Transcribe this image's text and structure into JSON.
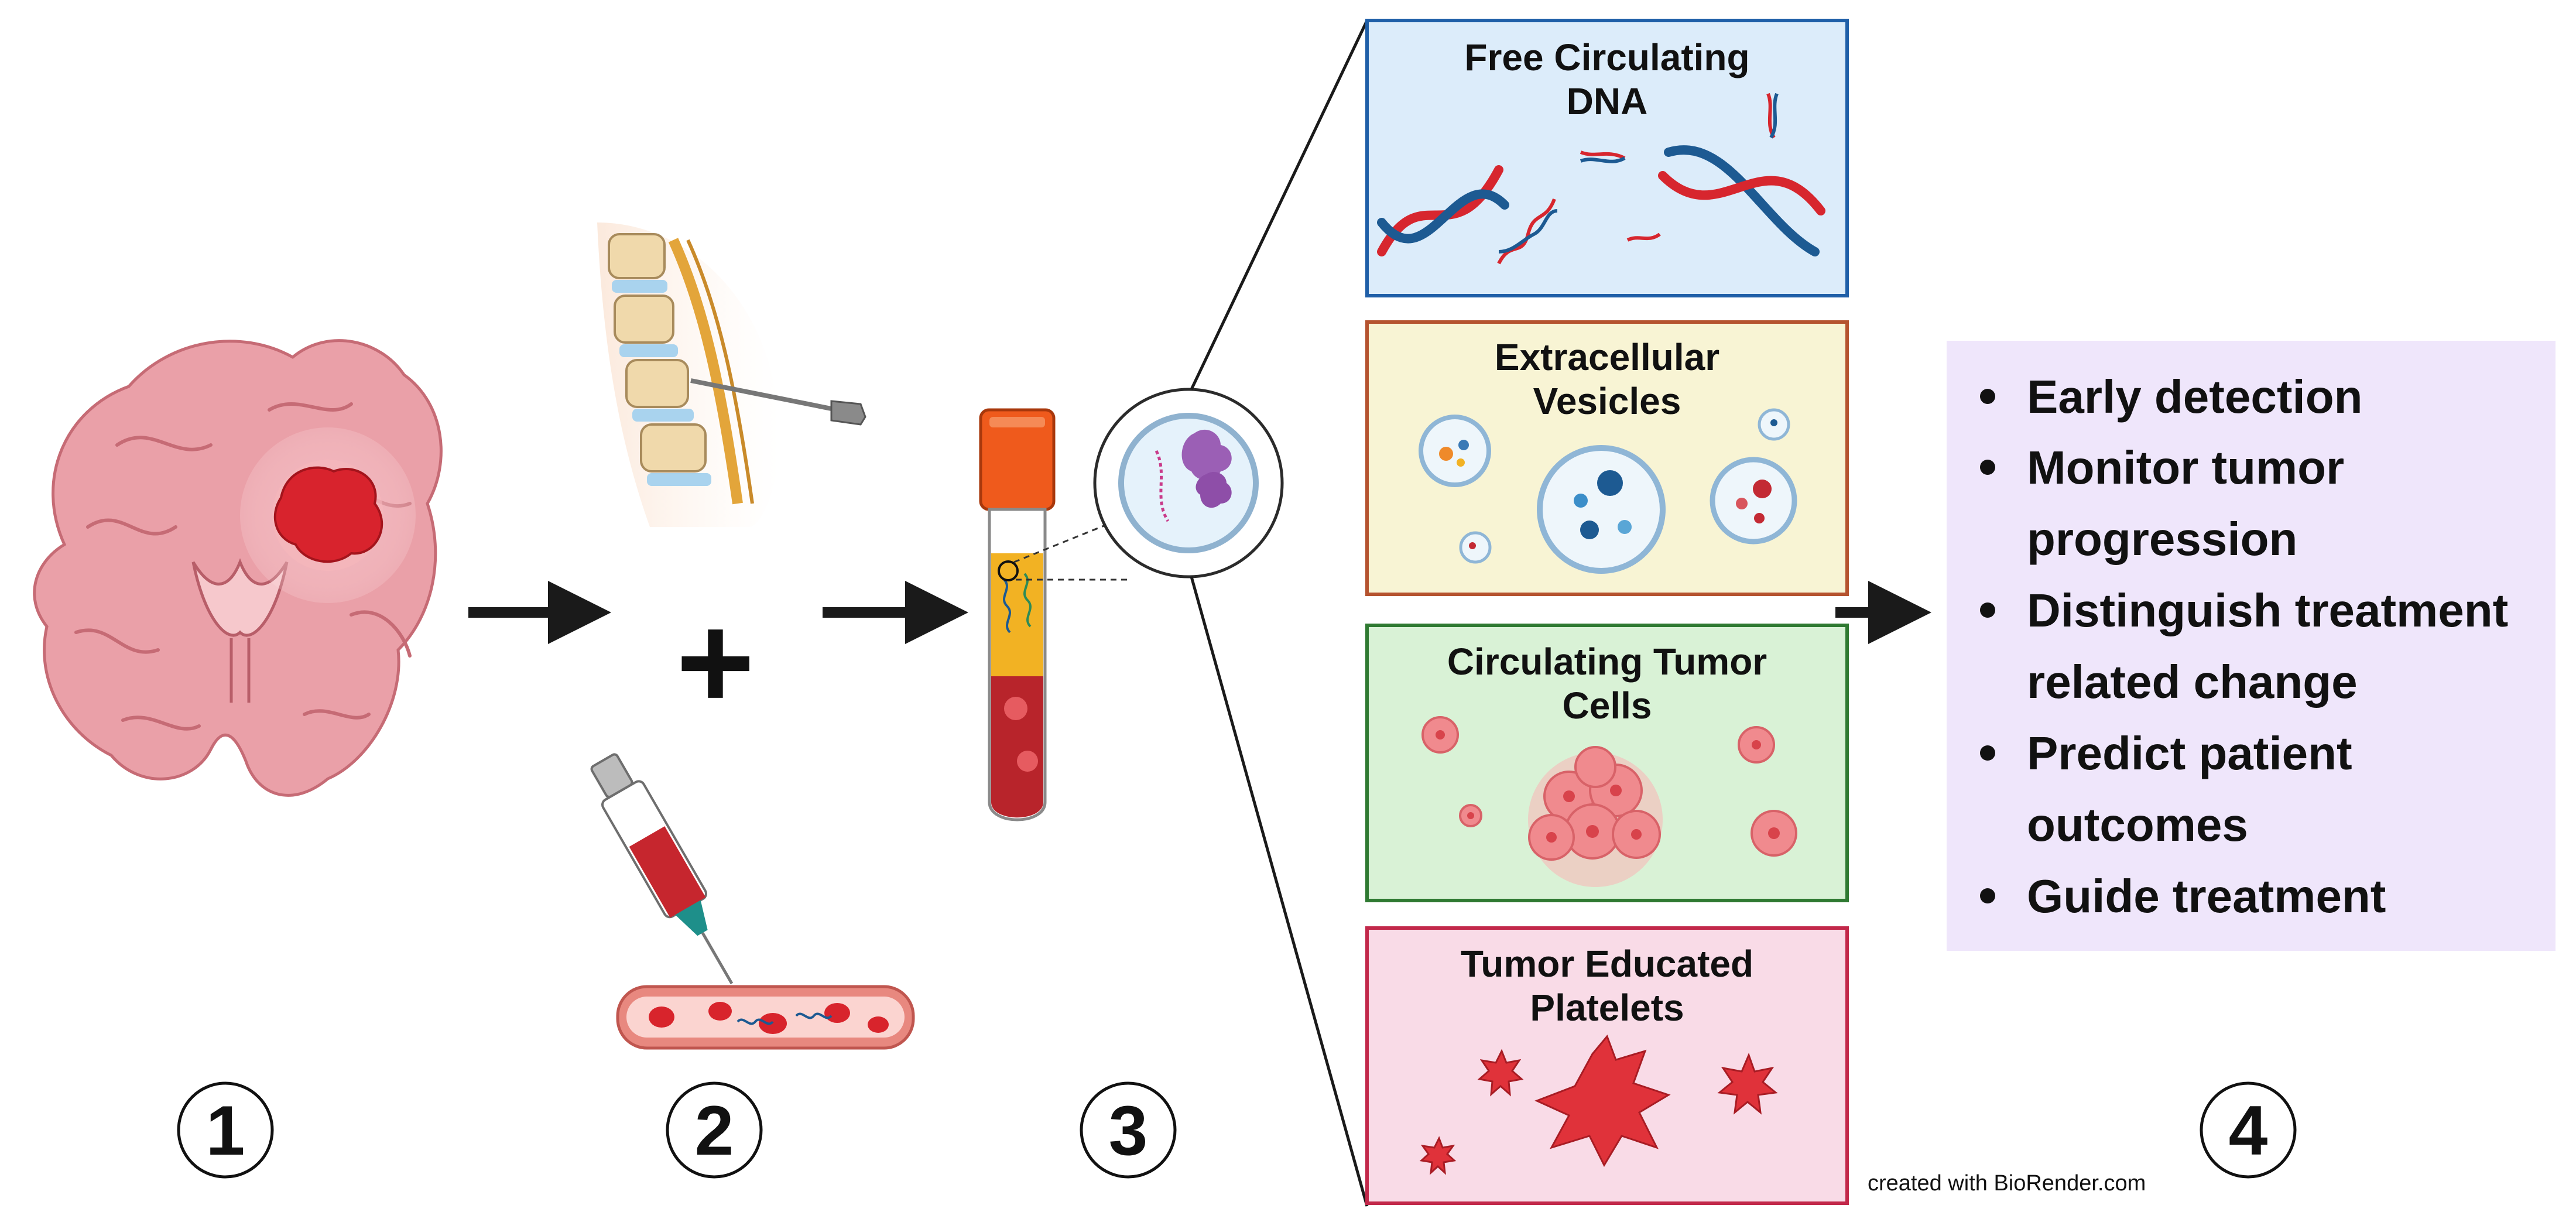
{
  "boxes": [
    {
      "title_lines": [
        "Free Circulating",
        "DNA"
      ],
      "fill": "#dcecfa",
      "stroke": "#1f5fa8"
    },
    {
      "title_lines": [
        "Extracellular",
        "Vesicles"
      ],
      "fill": "#f8f4d4",
      "stroke": "#b5532f"
    },
    {
      "title_lines": [
        "Circulating Tumor",
        "Cells"
      ],
      "fill": "#d9f2d6",
      "stroke": "#2f7a32"
    },
    {
      "title_lines": [
        "Tumor Educated",
        "Platelets"
      ],
      "fill": "#f9dbe7",
      "stroke": "#c2284a"
    }
  ],
  "outcomes": {
    "panel_fill": "#efe6fb",
    "items": [
      {
        "lines": [
          "Early detection"
        ]
      },
      {
        "lines": [
          "Monitor tumor",
          "progression"
        ]
      },
      {
        "lines": [
          "Distinguish treatment",
          "related change"
        ]
      },
      {
        "lines": [
          "Predict patient",
          "outcomes"
        ]
      },
      {
        "lines": [
          "Guide treatment"
        ]
      }
    ]
  },
  "steps": [
    "1",
    "2",
    "3",
    "4"
  ],
  "plus_sign": "+",
  "credit": "created with BioRender.com",
  "colors": {
    "dna_red": "#d7262e",
    "dna_blue": "#1d5a92",
    "tumor_red": "#e0323a",
    "brain_pink": "#eaa0a8",
    "cell_pink": "#f08a8e",
    "tube_cap": "#ef5a1c",
    "plasma": "#f2b223",
    "blood": "#b8242b",
    "arrow": "#1a1a1a"
  },
  "icons": [
    "brain-icon",
    "spine-needle-icon",
    "syringe-vein-icon",
    "blood-tube-icon",
    "dna-strand-icon",
    "vesicle-icon",
    "tumor-cell-icon",
    "platelet-icon"
  ]
}
